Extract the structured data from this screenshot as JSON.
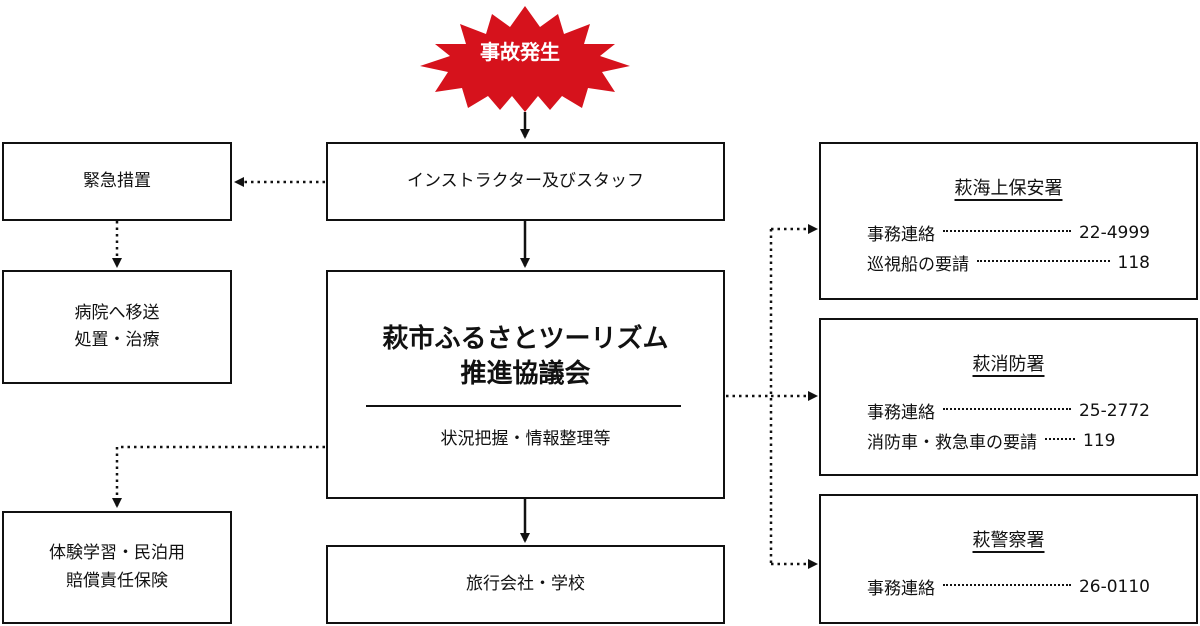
{
  "diagram": {
    "start": "事故発生",
    "staff": "インストラクター及びスタッフ",
    "council": {
      "title_line1": "萩市ふるさとツーリズム",
      "title_line2": "推進協議会",
      "subtitle": "状況把握・情報整理等"
    },
    "emergency": "緊急措置",
    "hospital": {
      "line1": "病院へ移送",
      "line2": "処置・治療"
    },
    "insurance": {
      "line1": "体験学習・民泊用",
      "line2": "賠償責任保険"
    },
    "travel": "旅行会社・学校",
    "coast_guard": {
      "title": "萩海上保安署",
      "rows": [
        {
          "label": "事務連絡",
          "number": "22-4999"
        },
        {
          "label": "巡視船の要請",
          "number": "118"
        }
      ]
    },
    "fire": {
      "title": "萩消防署",
      "rows": [
        {
          "label": "事務連絡",
          "number": "25-2772"
        },
        {
          "label": "消防車・救急車の要請",
          "number": "119"
        }
      ]
    },
    "police": {
      "title": "萩警察署",
      "rows": [
        {
          "label": "事務連絡",
          "number": "26-0110"
        }
      ]
    }
  },
  "colors": {
    "burst": "#d6121c",
    "ink": "#111111"
  }
}
